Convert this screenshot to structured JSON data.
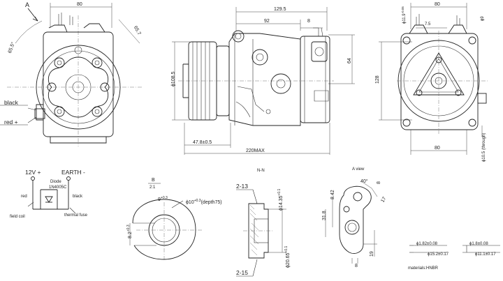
{
  "front_view": {
    "view_letter": "A",
    "dim_width": "80",
    "dim_angle_left": "65.5°",
    "dim_angle_right": "65.7",
    "wire_black": "black",
    "wire_red": "red +"
  },
  "side_view": {
    "dim_overall": "129.5",
    "dim_92": "92",
    "dim_8": "8",
    "dim_64": "64",
    "dim_dia": "ϕ108.5",
    "dim_47": "47.8±0.5",
    "dim_220": "220MAX"
  },
  "rear_view": {
    "dim_80_top": "80",
    "dim_11": "ϕ11.9",
    "dim_11_sup": "-0.05",
    "dim_7_5": "7.5",
    "dim_9": "ϕ9",
    "dim_128": "128",
    "dim_80_bottom": "80",
    "dim_through": "ϕ10.5",
    "dim_through_suffix": "(through)"
  },
  "wiring": {
    "label_12v": "12V +",
    "label_earth": "EARTH -",
    "label_red": "red",
    "label_black": "black",
    "label_diode": "Diode",
    "label_diode_code": "1N4005C",
    "label_field": "field coil",
    "label_fuse": "thermal fuse"
  },
  "detail_b": {
    "section": "B",
    "scale": "2:1",
    "dim_hole": "ϕ10",
    "dim_hole_sup": "+0.3",
    "dim_hole_note": "(depth75)",
    "dim_9": "9",
    "dim_9_sup": "+0.3",
    "dim_8_2": "8.2",
    "dim_8_2_sup": "+0.3"
  },
  "section_nn": {
    "title": "N-N",
    "dim_2_13": "2-13",
    "dim_14": "ϕ14.35",
    "dim_14_sup": "+0.1",
    "dim_20": "ϕ20.65",
    "dim_20_sup": "+0.1",
    "dim_2_15": "2-15"
  },
  "view_a": {
    "title": "A view",
    "dim_40": "40°",
    "dim_8_top": "8",
    "dim_17": "17",
    "dim_8_42": "8.42",
    "dim_31_8": "31.8",
    "dim_19": "19",
    "dim_8_bottom": "8"
  },
  "orings": {
    "left_cross": "ϕ1.82±0.08",
    "left_inner": "ϕ15.2±0.17",
    "right_cross": "ϕ1.8±0.08",
    "right_inner": "ϕ11.1±0.17",
    "material": "materials:HNBR"
  }
}
